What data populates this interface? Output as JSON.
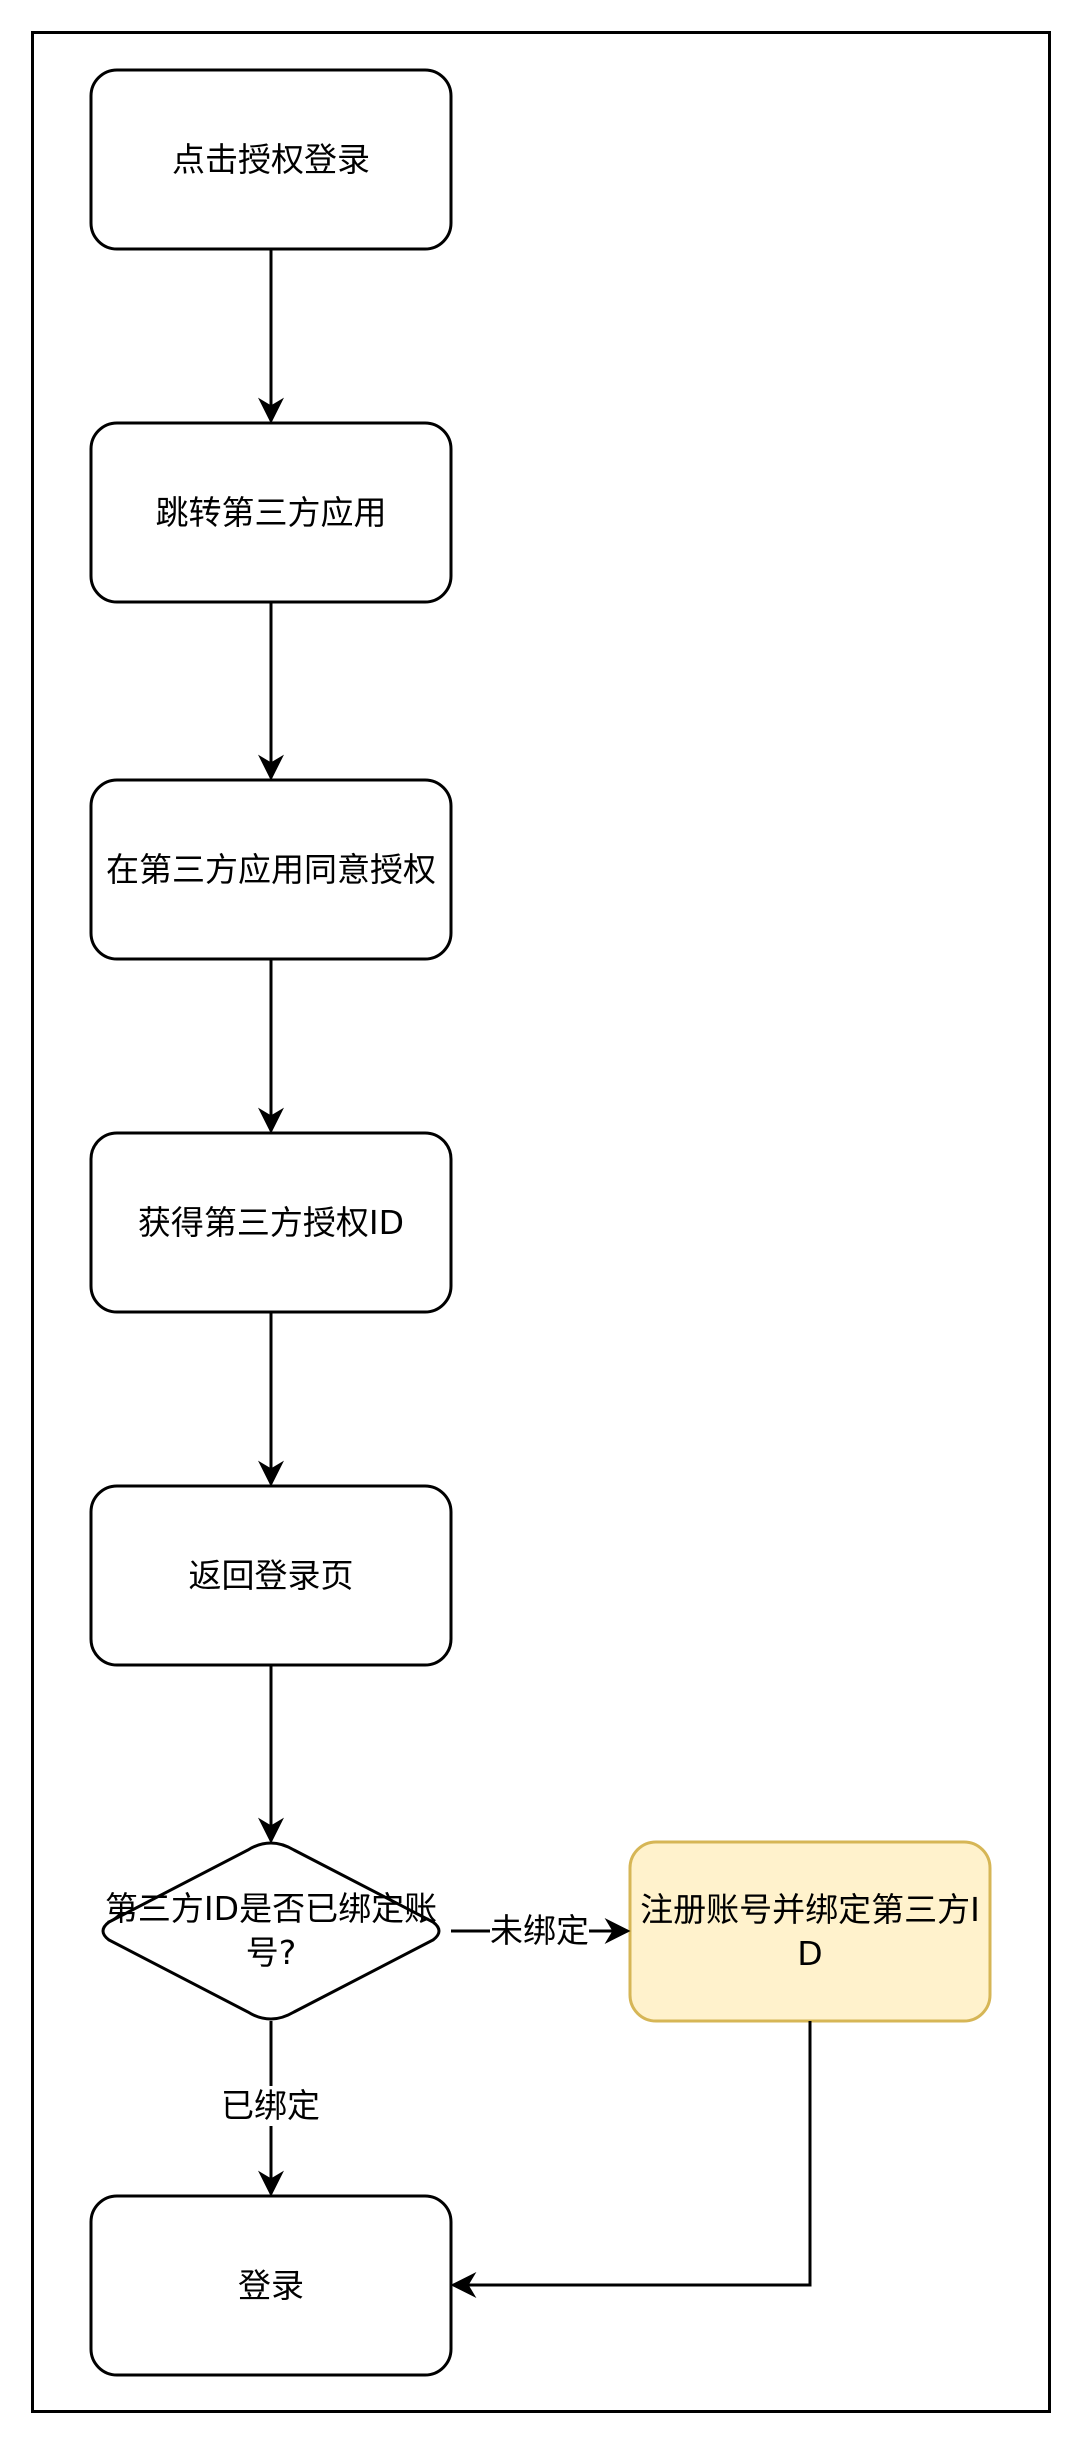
{
  "colors": {
    "stroke": "#000000",
    "node_fill": "#ffffff",
    "highlight_fill": "#fff2cc",
    "highlight_stroke": "#d6b656"
  },
  "nodes": {
    "click_auth_login": "点击授权登录",
    "jump_third_party": "跳转第三方应用",
    "agree_auth": "在第三方应用同意授权",
    "get_auth_id": "获得第三方授权ID",
    "return_login_page": "返回登录页",
    "bound_check": "第三方ID是否已绑定账号?",
    "register_bind": "注册账号并绑定第三方ID",
    "login": "登录"
  },
  "edges": {
    "not_bound": "未绑定",
    "bound": "已绑定"
  }
}
